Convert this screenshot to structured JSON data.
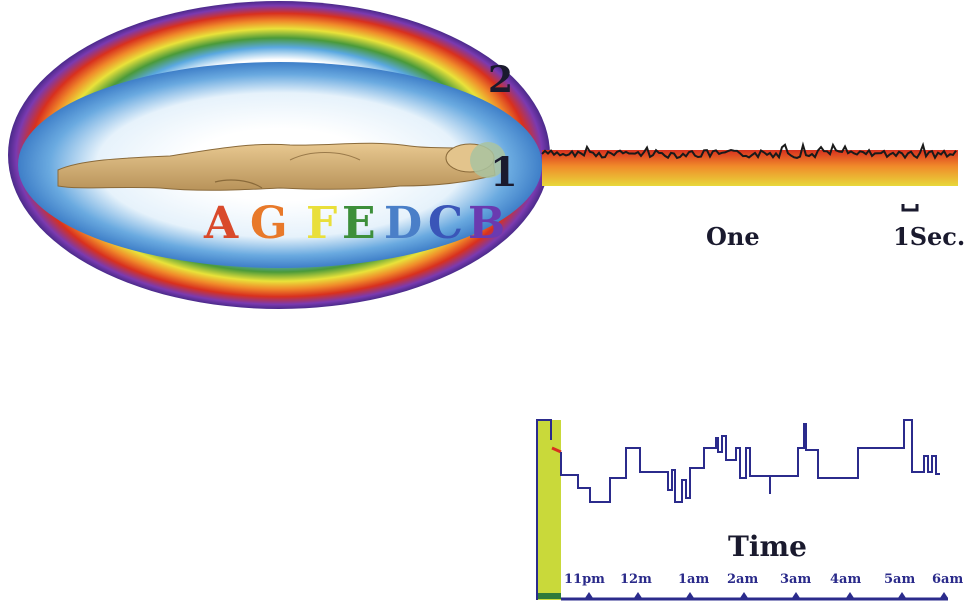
{
  "aura": {
    "layer_labels": [
      "2",
      "1"
    ],
    "letters": [
      {
        "text": "A",
        "color": "#d94a2b"
      },
      {
        "text": "G",
        "color": "#e8792a"
      },
      {
        "text": "F",
        "color": "#e9df3a"
      },
      {
        "text": "E",
        "color": "#3d8f3a"
      },
      {
        "text": "D",
        "color": "#4a7fc8"
      },
      {
        "text": "C",
        "color": "#3a55b8"
      },
      {
        "text": "B",
        "color": "#6a3ab0"
      }
    ]
  },
  "eeg": {
    "label": "One",
    "scale_label": "1Sec."
  },
  "hypnogram": {
    "axis_label": "Time",
    "time_ticks": [
      "11pm",
      "12m",
      "1am",
      "2am",
      "3am",
      "4am",
      "5am",
      "6am"
    ],
    "colors": {
      "trace": "#2b2b8c",
      "fill": "#c9d93a",
      "axis": "#2b2b8c"
    }
  }
}
